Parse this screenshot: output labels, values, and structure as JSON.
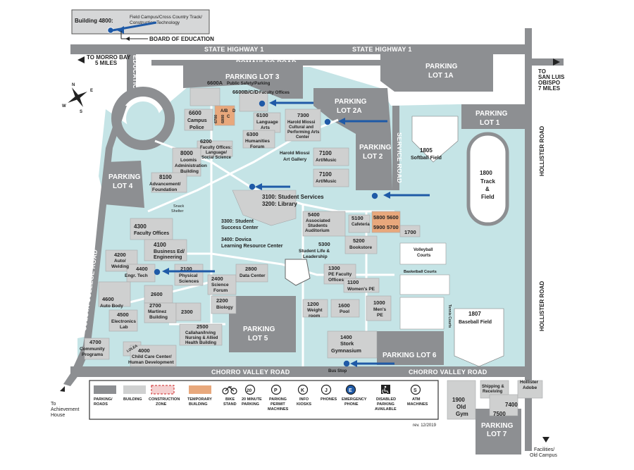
{
  "top_box": {
    "building": "Building 4800:",
    "desc1": "Field Campus/Cross Country Track/",
    "desc2": "Construction Technology",
    "board": "BOARD OF EDUCATION"
  },
  "roads": {
    "highway_left": "STATE HIGHWAY 1",
    "highway_right": "STATE HIGHWAY 1",
    "romauldo": "ROMAULDO ROAD",
    "education": "EDUCATION DRIVE",
    "cuesta_upper": "CUESTA COLLEGE ROAD",
    "cuesta_lower": "CUESTA COLLEGE ROAD",
    "chorro_left": "CHORRO VALLEY ROAD",
    "chorro_right": "CHORRO VALLEY ROAD",
    "hollister_upper": "HOLLISTER ROAD",
    "hollister_lower": "HOLLISTER ROAD",
    "service": "SERVICE ROAD"
  },
  "directions": {
    "morro_bay_1": "TO MORRO BAY",
    "morro_bay_2": "5 MILES",
    "slo_1": "TO",
    "slo_2": "SAN LUIS",
    "slo_3": "OBISPO",
    "slo_4": "7 MILES",
    "achievement_1": "To",
    "achievement_2": "Achievement",
    "achievement_3": "House",
    "facilities_1": "Facilities/",
    "facilities_2": "Old Campus"
  },
  "compass": {
    "n": "N",
    "s": "S",
    "e": "E",
    "w": "W"
  },
  "lots": {
    "lot3": "PARKING LOT 3",
    "lot1a_1": "PARKING",
    "lot1a_2": "LOT 1A",
    "lot2a_1": "PARKING",
    "lot2a_2": "LOT 2A",
    "lot1_1": "PARKING",
    "lot1_2": "LOT 1",
    "lot2_1": "PARKING",
    "lot2_2": "LOT 2",
    "lot4_1": "PARKING",
    "lot4_2": "LOT 4",
    "lot5_1": "PARKING",
    "lot5_2": "LOT 5",
    "lot6": "PARKING LOT 6",
    "lot7_1": "PARKING",
    "lot7_2": "LOT 7"
  },
  "buildings": {
    "b6600a_1": "6600A",
    "b6600a_2": "Public Safety/Parking",
    "b6600bcd_1": "6600B/C/D",
    "b6600bcd_2": "Faculty Offices",
    "b6600_1": "6600",
    "b6600_2": "Campus",
    "b6600_3": "Police",
    "b6700": "6700",
    "b6800": "6800",
    "ab": "A/B",
    "c": "C",
    "d": "D",
    "b6100_1": "6100",
    "b6100_2": "Language",
    "b6100_3": "Arts",
    "b7300_1": "7300",
    "b7300_2": "Harold Miossi",
    "b7300_3": "Cultural and",
    "b7300_4": "Performing Arts",
    "b7300_5": "Center",
    "b6300_1": "6300",
    "b6300_2": "Humanities",
    "b6300_3": "Forum",
    "b6200_1": "6200",
    "b6200_2": "Faculty Offices:",
    "b6200_3": "Language/",
    "b6200_4": "Social Science",
    "b8000_1": "8000",
    "b8000_2": "Loomis",
    "b8000_3": "Administration",
    "b8000_4": "Building",
    "gallery_1": "Harold Miossi",
    "gallery_2": "Art Gallery",
    "b7100a_1": "7100",
    "b7100a_2": "Art/Music",
    "b7100b_1": "7100",
    "b7100b_2": "Art/Music",
    "b8100_1": "8100",
    "b8100_2": "Advancement/",
    "b8100_3": "Foundation",
    "b3100": "3100: Student Services",
    "b3200": "3200: Library",
    "snack_1": "Snack",
    "snack_2": "Shelter",
    "b1805_1": "1805",
    "b1805_2": "Softball Field",
    "b1800_1": "1800",
    "b1800_2": "Track",
    "b1800_3": "&",
    "b1800_4": "Field",
    "b5400_1": "5400",
    "b5400_2": "Associated",
    "b5400_3": "Students",
    "b5400_4": "Auditorium",
    "b5100_1": "5100",
    "b5100_2": "Cafeteria",
    "b5800": "5800",
    "b5600": "5600",
    "b5900": "5900",
    "b5700": "5700",
    "b1700": "1700",
    "b3300_1": "3300: Student",
    "b3300_2": "Success Center",
    "b3400_1": "3400: Dovica",
    "b3400_2": "Learning Resource Center",
    "b4300_1": "4300",
    "b4300_2": "Faculty Offices",
    "b4100_1": "4100",
    "b4100_2": "Business Ed/",
    "b4100_3": "Engineering",
    "b5200_1": "5200",
    "b5200_2": "Bookstore",
    "b5300_1": "5300",
    "b5300_2": "Student Life &",
    "b5300_3": "Leadership",
    "volley_1": "Volleyball",
    "volley_2": "Courts",
    "b4200_1": "4200",
    "b4200_2": "Auto/",
    "b4200_3": "Welding",
    "b4400_1": "4400",
    "b4400_2": "Engr. Tech",
    "b2100_1": "2100",
    "b2100_2": "Physical",
    "b2100_3": "Sciences",
    "b2400_1": "2400",
    "b2400_2": "Science",
    "b2400_3": "Forum",
    "b2800_1": "2800",
    "b2800_2": "Data Center",
    "b1300_1": "1300",
    "b1300_2": "PE Faculty",
    "b1300_3": "Offices",
    "b1100_1": "1100",
    "b1100_2": "Women's PE",
    "basketball": "Basketball Courts",
    "tennis": "Tennis Courts",
    "b2600": "2600",
    "b2700_1": "2700",
    "b2700_2": "Martinez",
    "b2700_3": "Building",
    "b2200_1": "2200",
    "b2200_2": "Biology",
    "b4600_1": "4600",
    "b4600_2": "Auto Body",
    "b4500_1": "4500",
    "b4500_2": "Electronics",
    "b4500_3": "Lab",
    "b2300": "2300",
    "b1200_1": "1200",
    "b1200_2": "Weight",
    "b1200_3": "room",
    "b1600_1": "1600",
    "b1600_2": "Pool",
    "b1000_1": "1000",
    "b1000_2": "Men's",
    "b1000_3": "PE",
    "b1807_1": "1807",
    "b1807_2": "Baseball Field",
    "b2500_1": "2500",
    "b2500_2": "Callahan/Irving",
    "b2500_3": "Nursing & Allied",
    "b2500_4": "Health Building",
    "b4700_1": "4700",
    "b4700_2": "Community",
    "b4700_3": "Programs",
    "lolea": "LOLEA",
    "b4000_1": "4000",
    "b4000_2": "Child Care Center/",
    "b4000_3": "Human Development",
    "b1400_1": "1400",
    "b1400_2": "Stork",
    "b1400_3": "Gymnasium",
    "bus_stop": "Bus Stop",
    "b1900_1": "1900",
    "b1900_2": "Old",
    "b1900_3": "Gym",
    "ship_1": "Shipping &",
    "ship_2": "Receiving",
    "b7500": "7500",
    "b7400": "7400",
    "hollister_adobe_1": "Hollister",
    "hollister_adobe_2": "Adobe"
  },
  "legend": {
    "parking_1": "PARKING/",
    "parking_2": "ROADS",
    "building": "BUILDING",
    "construction_1": "CONSTRUCTION",
    "construction_2": "ZONE",
    "temporary_1": "TEMPORARY",
    "temporary_2": "BUILDING",
    "bike_1": "BIKE",
    "bike_2": "STAND",
    "min20_icon": "20",
    "min20_1": "20 MINUTE",
    "min20_2": "PARKING",
    "permit_icon": "P",
    "permit_1": "PARKING",
    "permit_2": "PERMIT",
    "permit_3": "MACHINES",
    "info_icon": "K",
    "info_1": "INFO",
    "info_2": "KIOSKS",
    "phones_icon": "J",
    "phones": "PHONES",
    "emergency_icon": "E",
    "emergency_1": "EMERGENCY",
    "emergency_2": "PHONE",
    "disabled_1": "DISABLED",
    "disabled_2": "PARKING",
    "disabled_3": "AVAILABLE",
    "atm_icon": "S",
    "atm_1": "ATM",
    "atm_2": "MACHINES"
  },
  "revision": "rev. 12/2019",
  "colors": {
    "campus": "#c5e4e6",
    "parking": "#8d8f92",
    "building": "#cfd0d0",
    "temporary": "#e8a87c",
    "arrow": "#1f5aa7",
    "field": "#c5e4e6"
  }
}
